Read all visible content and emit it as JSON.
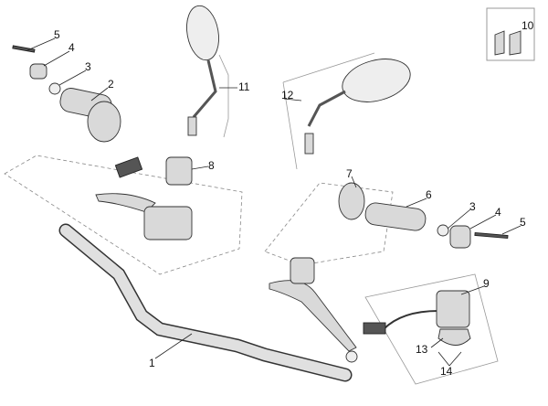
{
  "diagram": {
    "title": "Handlebar and controls exploded view",
    "callouts": [
      "5",
      "4",
      "3",
      "2",
      "11",
      "8",
      "10",
      "12",
      "7",
      "6",
      "3",
      "4",
      "5",
      "9",
      "1",
      "13",
      "14"
    ]
  }
}
